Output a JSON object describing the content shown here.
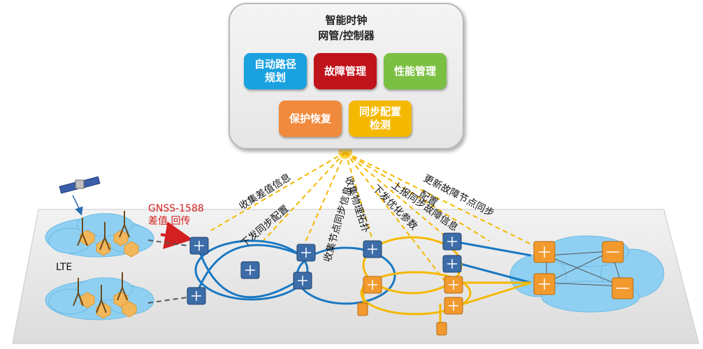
{
  "controller": {
    "title_line1": "智能时钟",
    "title_line2": "网管/控制器",
    "modules": [
      {
        "label": "自动路径规划",
        "color": "#1aa1e0"
      },
      {
        "label": "故障管理",
        "color": "#c0141c"
      },
      {
        "label": "性能管理",
        "color": "#7cc043"
      },
      {
        "label": "保护恢复",
        "color": "#f08a3c"
      },
      {
        "label": "同步配置检测",
        "color": "#f5b800"
      }
    ]
  },
  "flows": [
    "收集差值信息",
    "下发同步配置",
    "收集节点同步信息",
    "收集物理拓扑",
    "下发优化参数",
    "上报同步故障信息",
    "配置",
    "更新故障节点同步"
  ],
  "gnss_label": {
    "line1": "GNSS-1588",
    "line2": "差值 回传"
  },
  "lte_label": "LTE",
  "colors": {
    "dashed": "#f5b800",
    "blue_ring": "#1a78c2",
    "orange_ring": "#f5b800",
    "red_arrow": "#d32020",
    "cloud": "#8fd0f2"
  },
  "icons": [
    "satellite-icon",
    "cell-tower-icon",
    "router-icon",
    "clock-server-icon"
  ]
}
